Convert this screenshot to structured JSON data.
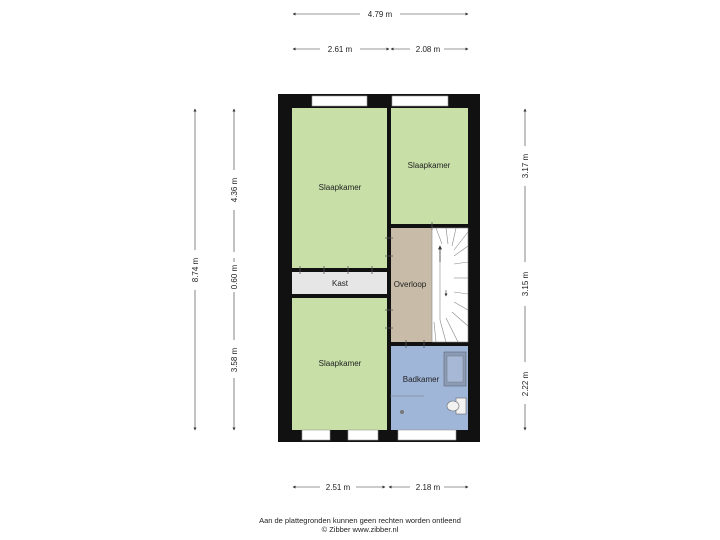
{
  "rooms": {
    "slaapkamer_1": "Slaapkamer",
    "slaapkamer_2": "Slaapkamer",
    "slaapkamer_3": "Slaapkamer",
    "kast": "Kast",
    "overloop": "Overloop",
    "badkamer": "Badkamer"
  },
  "dimensions": {
    "top_total": "4.79 m",
    "top_left": "2.61 m",
    "top_right": "2.08 m",
    "bottom_left": "2.51 m",
    "bottom_right": "2.18 m",
    "left_total": "8.74 m",
    "left_upper": "4.36 m",
    "left_middle": "0.60 m",
    "left_lower": "3.58 m",
    "right_upper": "3.17 m",
    "right_middle": "3.15 m",
    "right_lower": "2.22 m"
  },
  "footer": {
    "line1": "Aan de plattegronden kunnen geen rechten worden ontleend",
    "line2": "© Zibber www.zibber.nl"
  },
  "colors": {
    "bedroom": "#c8e0a8",
    "kast": "#e6e6e6",
    "overloop": "#c8bca8",
    "badkamer": "#9fb6d9",
    "wall": "#111111"
  }
}
